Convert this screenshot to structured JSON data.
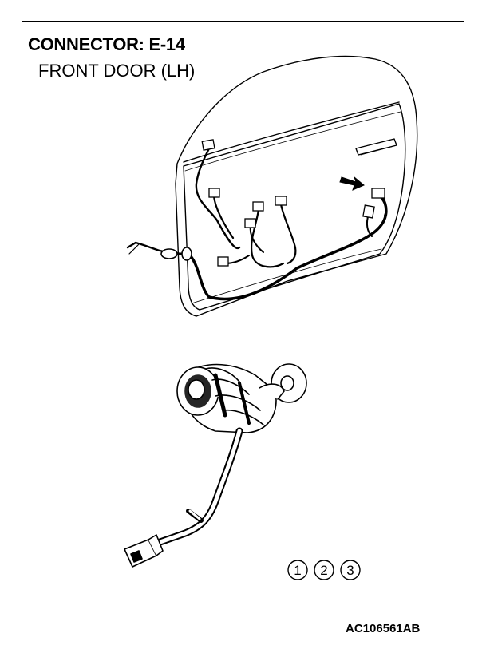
{
  "header": {
    "connector_label": "CONNECTOR: E-14",
    "location_label": "FRONT DOOR (LH)"
  },
  "terminals": [
    "1",
    "2",
    "3"
  ],
  "figure_code": "AC106561AB"
}
